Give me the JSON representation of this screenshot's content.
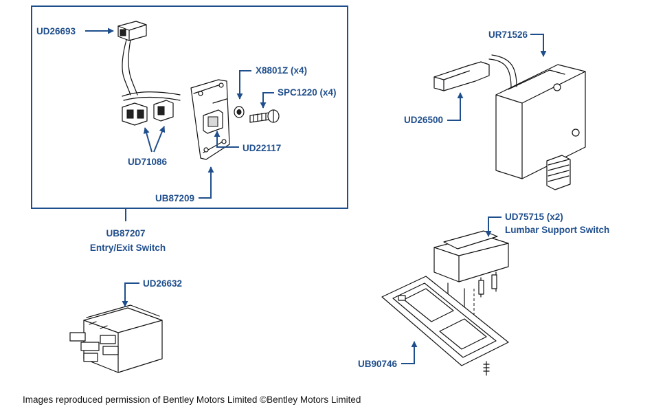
{
  "colors": {
    "accent": "#1f4e8c",
    "line_art": "#111111",
    "background": "#ffffff"
  },
  "group": {
    "part_number": "UB87207",
    "description": "Entry/Exit Switch"
  },
  "labels": {
    "ud26693": "UD26693",
    "x8801z": "X8801Z (x4)",
    "spc1220": "SPC1220 (x4)",
    "ud22117": "UD22117",
    "ud71086": "UD71086",
    "ub87209": "UB87209",
    "ur71526": "UR71526",
    "ud26500": "UD26500",
    "ud75715": "UD75715 (x2)",
    "lumbar": "Lumbar Support Switch",
    "ud26632": "UD26632",
    "ub90746": "UB90746"
  },
  "credit": "Images reproduced permission of Bentley Motors Limited ©Bentley Motors Limited"
}
